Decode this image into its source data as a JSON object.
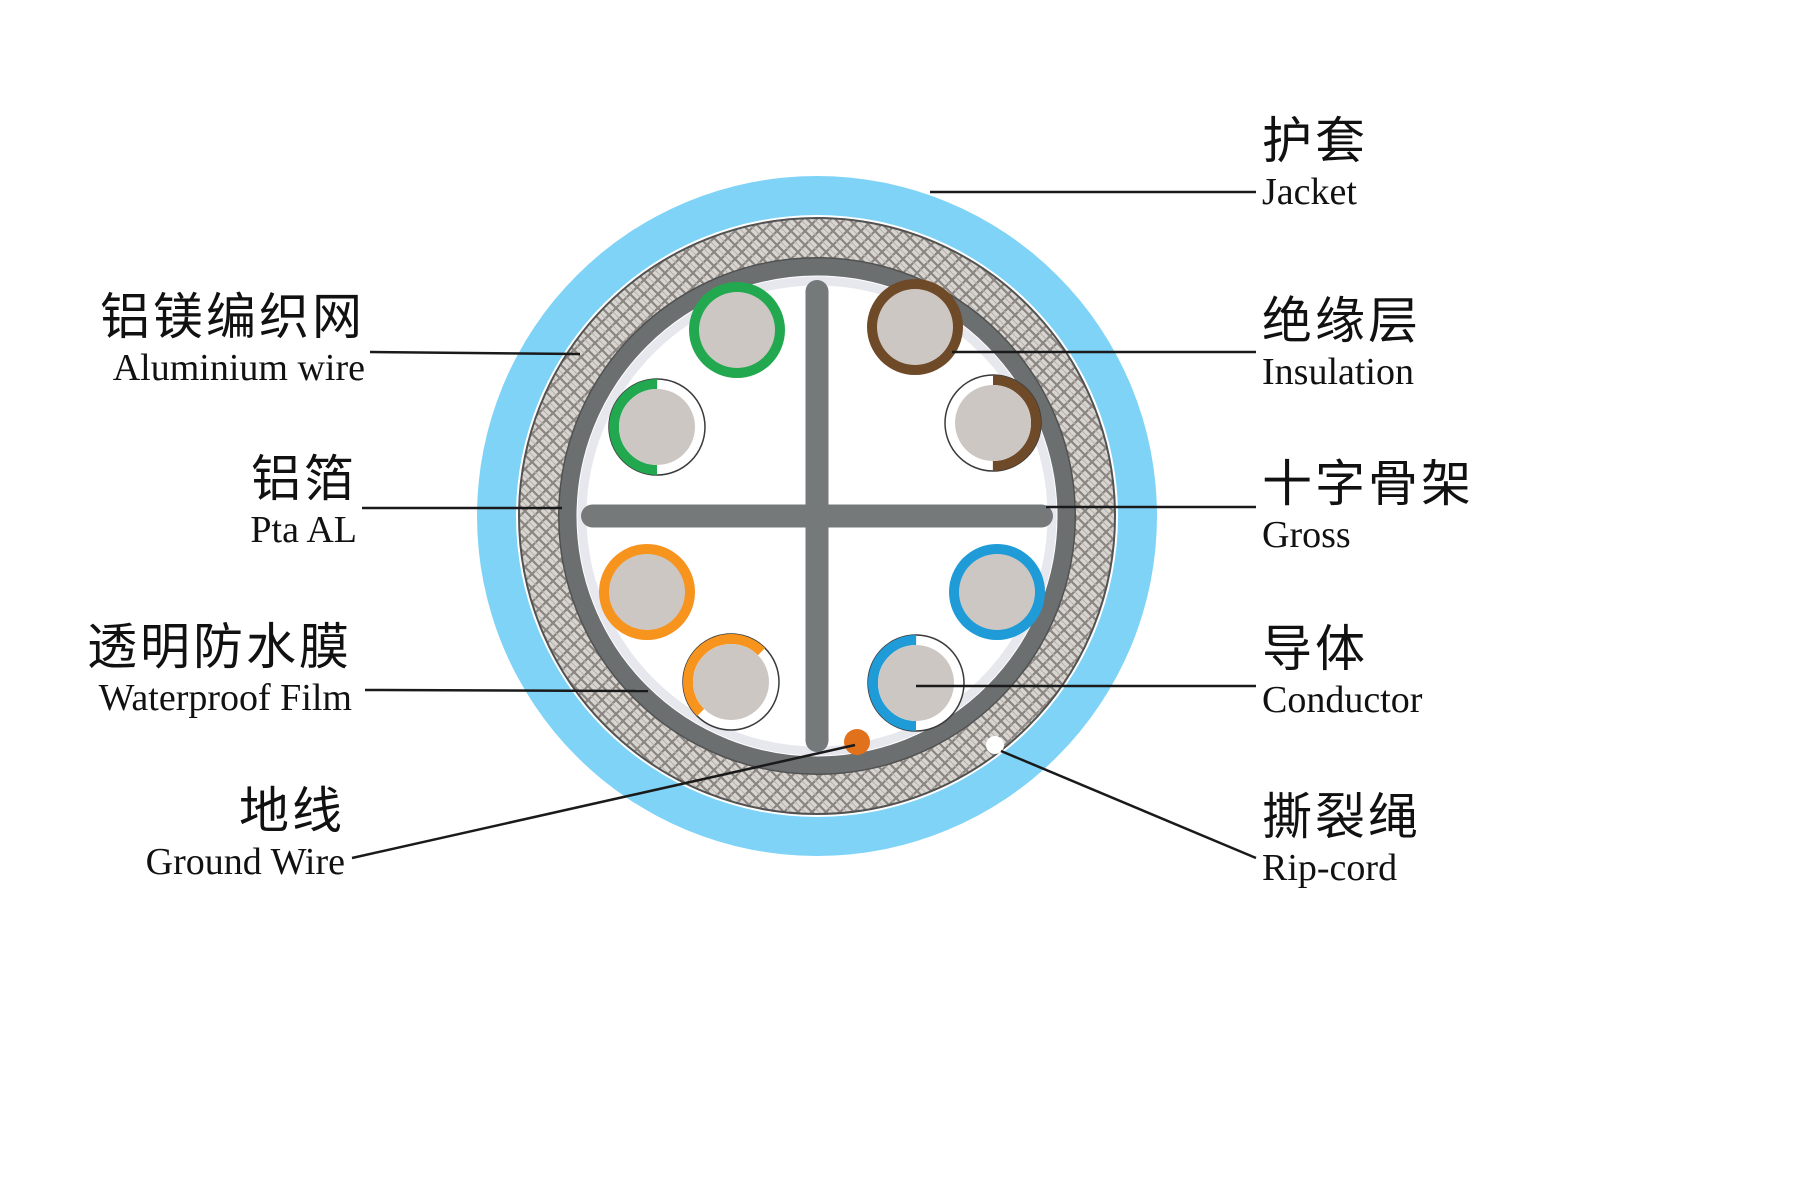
{
  "labels": {
    "jacket": {
      "zh": "护套",
      "en": "Jacket"
    },
    "aluminium_wire": {
      "zh": "铝镁编织网",
      "en": "Aluminium wire"
    },
    "insulation": {
      "zh": "绝缘层",
      "en": "Insulation"
    },
    "pta_al": {
      "zh": "铝箔",
      "en": "Pta AL"
    },
    "cross_skeleton": {
      "zh": "十字骨架",
      "en": "Gross"
    },
    "waterproof_film": {
      "zh": "透明防水膜",
      "en": "Waterproof Film"
    },
    "conductor": {
      "zh": "导体",
      "en": "Conductor"
    },
    "ground_wire": {
      "zh": "地线",
      "en": "Ground Wire"
    },
    "rip_cord": {
      "zh": "撕裂绳",
      "en": "Rip-cord"
    }
  },
  "colors": {
    "jacket": "#7ed3f7",
    "braid_base": "#d8d4d0",
    "foil": "#6b6f70",
    "film": "#e7e7ee",
    "cross": "#75797a",
    "conductor_core": "#cdc7c4",
    "pair_green": "#22a84f",
    "pair_brown": "#6e4a28",
    "pair_orange": "#f7941d",
    "pair_blue": "#1f9cd8",
    "ground_wire": "#e2711b",
    "rip_cord": "#ffffff",
    "leader_line": "#1a1a1a"
  }
}
